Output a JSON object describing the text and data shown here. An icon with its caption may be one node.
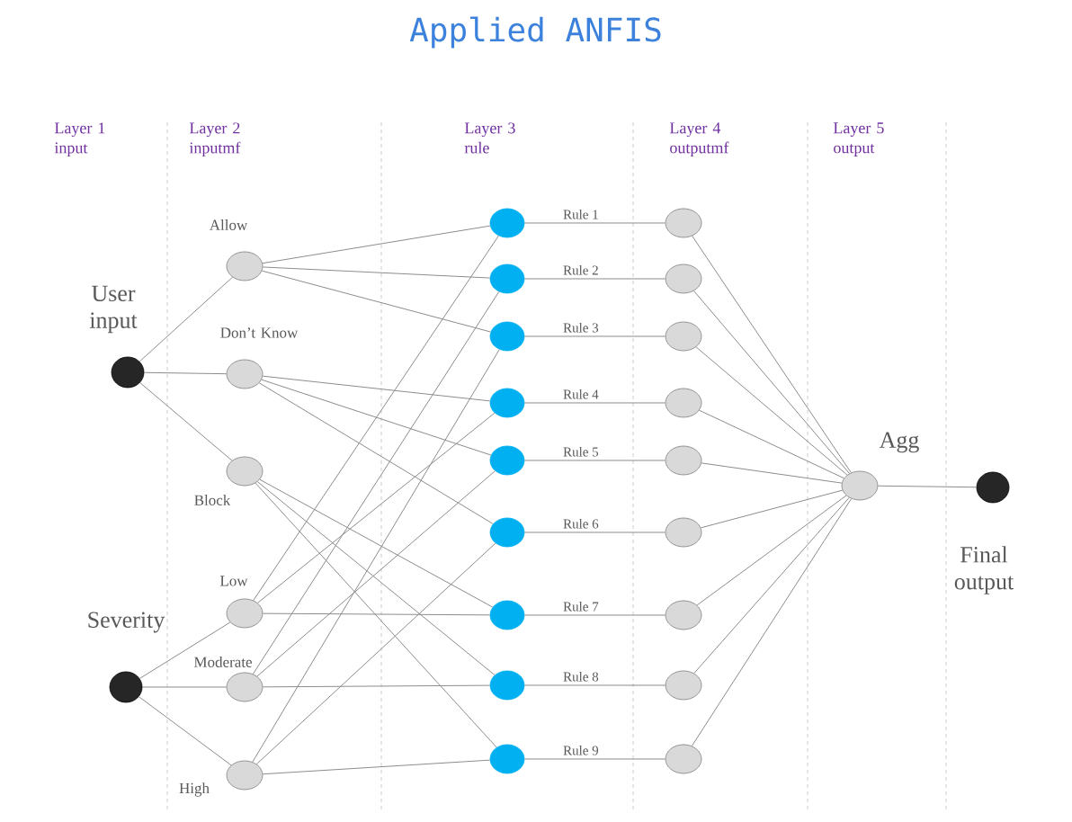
{
  "diagram": {
    "title": "Applied ANFIS",
    "nodes": [
      {
        "text": [
          "User input"
        ]
      },
      {
        "text": [
          "Severity"
        ]
      },
      {
        "text": [
          "Allow"
        ]
      },
      {
        "text": [
          "Don’t Know"
        ]
      },
      {
        "text": [
          "Block"
        ]
      },
      {
        "text": [
          "Low"
        ]
      },
      {
        "text": [
          "Moderate"
        ]
      },
      {
        "text": [
          "High"
        ]
      },
      {
        "text": [],
        "shape": "circle"
      },
      {
        "text": [],
        "shape": "circle"
      },
      {
        "text": [],
        "shape": "circle"
      },
      {
        "text": [],
        "shape": "circle"
      },
      {
        "text": [],
        "shape": "circle"
      },
      {
        "text": [],
        "shape": "circle"
      },
      {
        "text": [],
        "shape": "circle"
      },
      {
        "text": [],
        "shape": "circle"
      },
      {
        "text": [],
        "shape": "circle"
      },
      {
        "text": [],
        "shape": "circle"
      },
      {
        "text": [],
        "shape": "circle"
      },
      {
        "text": [],
        "shape": "circle"
      },
      {
        "text": [],
        "shape": "circle"
      },
      {
        "text": [],
        "shape": "circle"
      },
      {
        "text": [],
        "shape": "circle"
      },
      {
        "text": [],
        "shape": "circle"
      },
      {
        "text": [],
        "shape": "circle"
      },
      {
        "text": [],
        "shape": "circle"
      },
      {
        "text": [
          "Agg"
        ]
      },
      {
        "text": [
          "Final output"
        ]
      }
    ],
    "edges": [
      {
        "from": 0,
        "to": 2,
        "arrow": "none"
      },
      {
        "from": 0,
        "to": 3,
        "arrow": "none"
      },
      {
        "from": 0,
        "to": 4,
        "arrow": "none"
      },
      {
        "from": 1,
        "to": 5,
        "arrow": "none"
      },
      {
        "from": 1,
        "to": 6,
        "arrow": "none"
      },
      {
        "from": 1,
        "to": 7,
        "arrow": "none"
      },
      {
        "from": 2,
        "to": 8,
        "arrow": "none"
      },
      {
        "from": 2,
        "to": 9,
        "arrow": "none"
      },
      {
        "from": 2,
        "to": 10,
        "arrow": "none"
      },
      {
        "from": 3,
        "to": 11,
        "arrow": "none"
      },
      {
        "from": 3,
        "to": 12,
        "arrow": "none"
      },
      {
        "from": 3,
        "to": 13,
        "arrow": "none"
      },
      {
        "from": 4,
        "to": 14,
        "arrow": "none"
      },
      {
        "from": 4,
        "to": 15,
        "arrow": "none"
      },
      {
        "from": 4,
        "to": 16,
        "arrow": "none"
      },
      {
        "from": 5,
        "to": 8,
        "arrow": "none"
      },
      {
        "from": 5,
        "to": 11,
        "arrow": "none"
      },
      {
        "from": 5,
        "to": 14,
        "arrow": "none"
      },
      {
        "from": 6,
        "to": 9,
        "arrow": "none"
      },
      {
        "from": 6,
        "to": 12,
        "arrow": "none"
      },
      {
        "from": 6,
        "to": 15,
        "arrow": "none"
      },
      {
        "from": 7,
        "to": 10,
        "arrow": "none"
      },
      {
        "from": 7,
        "to": 13,
        "arrow": "none"
      },
      {
        "from": 7,
        "to": 16,
        "arrow": "none"
      },
      {
        "from": 8,
        "to": 17,
        "label": "Rule 1",
        "arrow": "none"
      },
      {
        "from": 9,
        "to": 18,
        "label": "Rule 2",
        "arrow": "none"
      },
      {
        "from": 10,
        "to": 19,
        "label": "Rule 3",
        "arrow": "none"
      },
      {
        "from": 11,
        "to": 20,
        "label": "Rule 4",
        "arrow": "none"
      },
      {
        "from": 12,
        "to": 21,
        "label": "Rule 5",
        "arrow": "none"
      },
      {
        "from": 13,
        "to": 22,
        "label": "Rule 6",
        "arrow": "none"
      },
      {
        "from": 14,
        "to": 23,
        "label": "Rule 7",
        "arrow": "none"
      },
      {
        "from": 15,
        "to": 24,
        "label": "Rule 8",
        "arrow": "none"
      },
      {
        "from": 16,
        "to": 25,
        "label": "Rule 9",
        "arrow": "none"
      },
      {
        "from": 17,
        "to": 26,
        "arrow": "none"
      },
      {
        "from": 18,
        "to": 26,
        "arrow": "none"
      },
      {
        "from": 19,
        "to": 26,
        "arrow": "none"
      },
      {
        "from": 20,
        "to": 26,
        "arrow": "none"
      },
      {
        "from": 21,
        "to": 26,
        "arrow": "none"
      },
      {
        "from": 22,
        "to": 26,
        "arrow": "none"
      },
      {
        "from": 23,
        "to": 26,
        "arrow": "none"
      },
      {
        "from": 24,
        "to": 26,
        "arrow": "none"
      },
      {
        "from": 25,
        "to": 26,
        "arrow": "none"
      },
      {
        "from": 26,
        "to": 27,
        "arrow": "none"
      }
    ],
    "labels": [
      "Layer 1 input",
      "Layer 2 inputmf",
      "Layer 3 rule",
      "Layer 4 outputmf",
      "Layer 5 output"
    ]
  }
}
